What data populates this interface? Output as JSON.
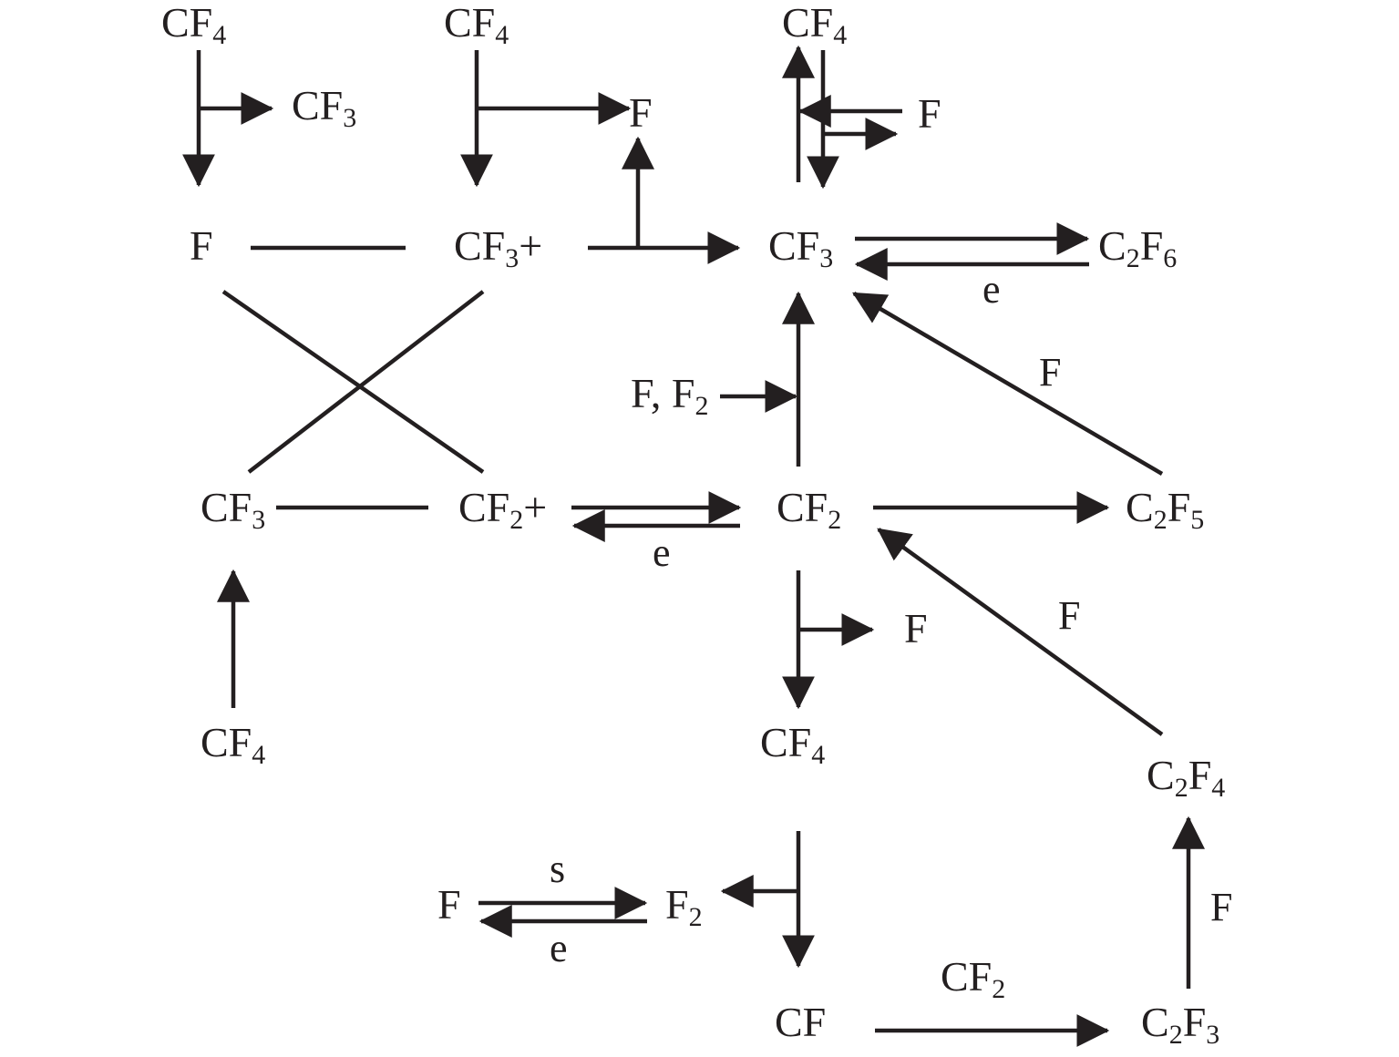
{
  "species": {
    "cf4_top_left": {
      "base": "CF",
      "sub": "4",
      "tail": ""
    },
    "cf3_top_left_out": {
      "base": "CF",
      "sub": "3",
      "tail": ""
    },
    "f_left": {
      "base": "F",
      "sub": "",
      "tail": ""
    },
    "cf4_top_mid": {
      "base": "CF",
      "sub": "4",
      "tail": ""
    },
    "f_top_mid_out": {
      "base": "F",
      "sub": "",
      "tail": ""
    },
    "cf3_ion": {
      "base": "CF",
      "sub": "3",
      "tail": "+"
    },
    "cf4_top_right": {
      "base": "CF",
      "sub": "4",
      "tail": ""
    },
    "f_top_right": {
      "base": "F",
      "sub": "",
      "tail": ""
    },
    "cf3_center": {
      "base": "CF",
      "sub": "3",
      "tail": ""
    },
    "c2f6": {
      "base": "C",
      "sub": "2",
      "base2": "F",
      "sub2": "6"
    },
    "f_f2_input": {
      "base": "F, F",
      "sub": "2",
      "tail": ""
    },
    "cf3_left": {
      "base": "CF",
      "sub": "3",
      "tail": ""
    },
    "cf2_ion": {
      "base": "CF",
      "sub": "2",
      "tail": "+"
    },
    "cf2_center": {
      "base": "CF",
      "sub": "2",
      "tail": ""
    },
    "c2f5": {
      "base": "C",
      "sub": "2",
      "base2": "F",
      "sub2": "5"
    },
    "cf4_left_bottom": {
      "base": "CF",
      "sub": "4",
      "tail": ""
    },
    "f_mid_out": {
      "base": "F",
      "sub": "",
      "tail": ""
    },
    "cf4_center_bottom": {
      "base": "CF",
      "sub": "4",
      "tail": ""
    },
    "c2f4": {
      "base": "C",
      "sub": "2",
      "base2": "F",
      "sub2": "4"
    },
    "f_bottom_left": {
      "base": "F",
      "sub": "",
      "tail": ""
    },
    "f2_bottom": {
      "base": "F",
      "sub": "2",
      "tail": ""
    },
    "cf_bottom": {
      "base": "CF",
      "sub": "",
      "tail": ""
    },
    "cf2_bottom_label": {
      "base": "CF",
      "sub": "2",
      "tail": ""
    },
    "c2f3": {
      "base": "C",
      "sub": "2",
      "base2": "F",
      "sub2": "3"
    }
  },
  "arrow_labels": {
    "e_c2f6": "e",
    "f_c2f5_cf3": "F",
    "e_cf2": "e",
    "f_c2f4_cf2": "F",
    "s_f_f2": "s",
    "e_f_f2": "e",
    "f_c2f3_c2f4": "F"
  },
  "colors": {
    "ink": "#231f20",
    "background": "#ffffff"
  }
}
